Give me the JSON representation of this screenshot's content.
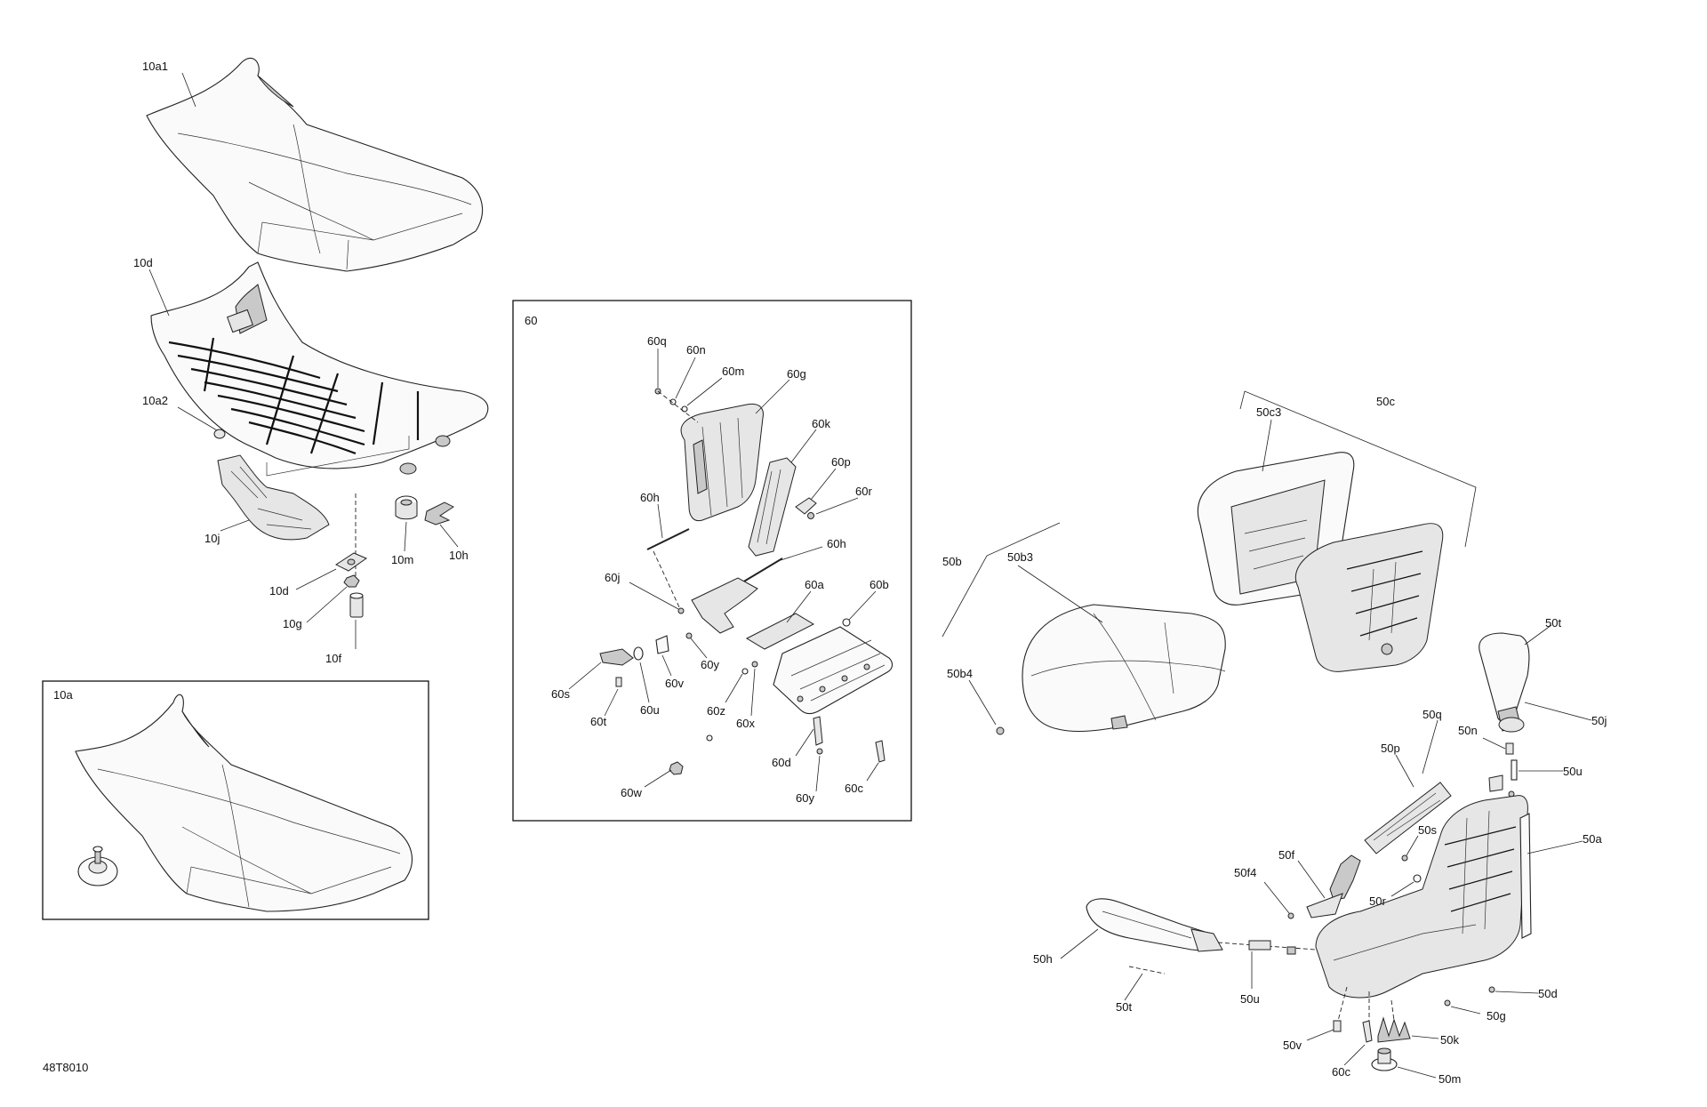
{
  "document_code": "48T8010",
  "box_60_title": "60",
  "box_10a_title": "10a",
  "labels": {
    "l_10a1": "10a1",
    "l_10d_top": "10d",
    "l_10a2": "10a2",
    "l_10j": "10j",
    "l_10m": "10m",
    "l_10h": "10h",
    "l_10d": "10d",
    "l_10g": "10g",
    "l_10f": "10f",
    "l_60q": "60q",
    "l_60n": "60n",
    "l_60m": "60m",
    "l_60g": "60g",
    "l_60k": "60k",
    "l_60p": "60p",
    "l_60r": "60r",
    "l_60h1": "60h",
    "l_60h2": "60h",
    "l_60j": "60j",
    "l_60a": "60a",
    "l_60b": "60b",
    "l_60s": "60s",
    "l_60t": "60t",
    "l_60u": "60u",
    "l_60v": "60v",
    "l_60y1": "60y",
    "l_60z": "60z",
    "l_60x": "60x",
    "l_60d": "60d",
    "l_60y2": "60y",
    "l_60c": "60c",
    "l_60w": "60w",
    "l_50c": "50c",
    "l_50c3": "50c3",
    "l_50b": "50b",
    "l_50b3": "50b3",
    "l_50b4": "50b4",
    "l_50t1": "50t",
    "l_50j": "50j",
    "l_50n": "50n",
    "l_50u1": "50u",
    "l_50q": "50q",
    "l_50p": "50p",
    "l_50s": "50s",
    "l_50a": "50a",
    "l_50f": "50f",
    "l_50f4": "50f4",
    "l_50r": "50r",
    "l_50h": "50h",
    "l_50t2": "50t",
    "l_50u2": "50u",
    "l_50d": "50d",
    "l_50g": "50g",
    "l_50v": "50v",
    "l_60c2": "60c",
    "l_50k": "50k",
    "l_50m": "50m"
  }
}
